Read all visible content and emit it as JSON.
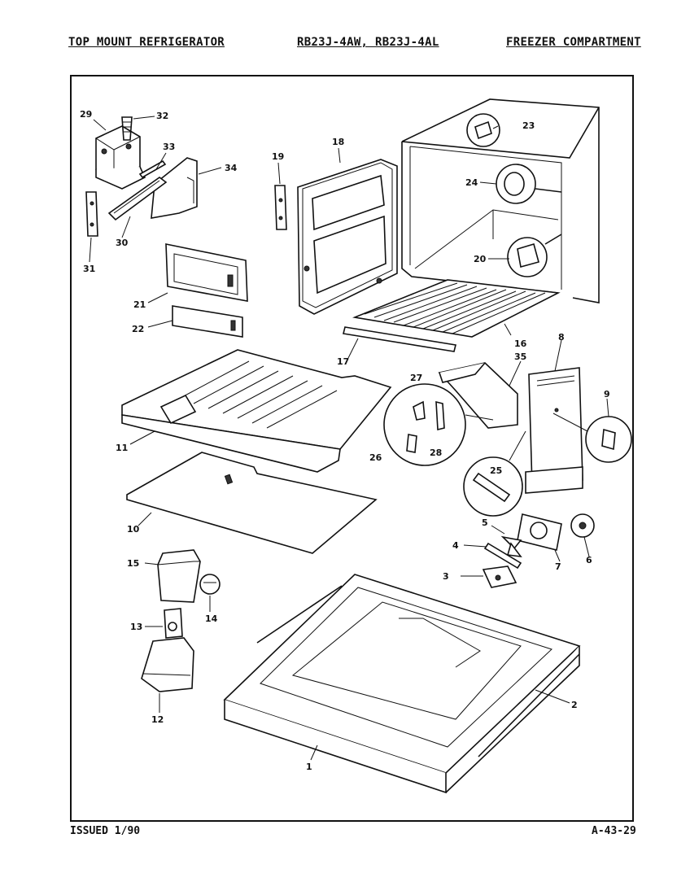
{
  "header": {
    "left": "TOP MOUNT REFRIGERATOR",
    "middle": "RB23J-4AW, RB23J-4AL",
    "right": "FREEZER COMPARTMENT"
  },
  "footer": {
    "issued": "ISSUED 1/90",
    "page_code": "A-43-29"
  },
  "callouts": {
    "c1": "1",
    "c2": "2",
    "c3": "3",
    "c4": "4",
    "c5": "5",
    "c6": "6",
    "c7": "7",
    "c8": "8",
    "c9": "9",
    "c10": "10",
    "c11": "11",
    "c12": "12",
    "c13": "13",
    "c14": "14",
    "c15": "15",
    "c16": "16",
    "c17": "17",
    "c18": "18",
    "c19": "19",
    "c20": "20",
    "c21": "21",
    "c22": "22",
    "c23": "23",
    "c24": "24",
    "c25": "25",
    "c26": "26",
    "c27": "27",
    "c28": "28",
    "c29": "29",
    "c30": "30",
    "c31": "31",
    "c32": "32",
    "c33": "33",
    "c34": "34",
    "c35": "35"
  }
}
